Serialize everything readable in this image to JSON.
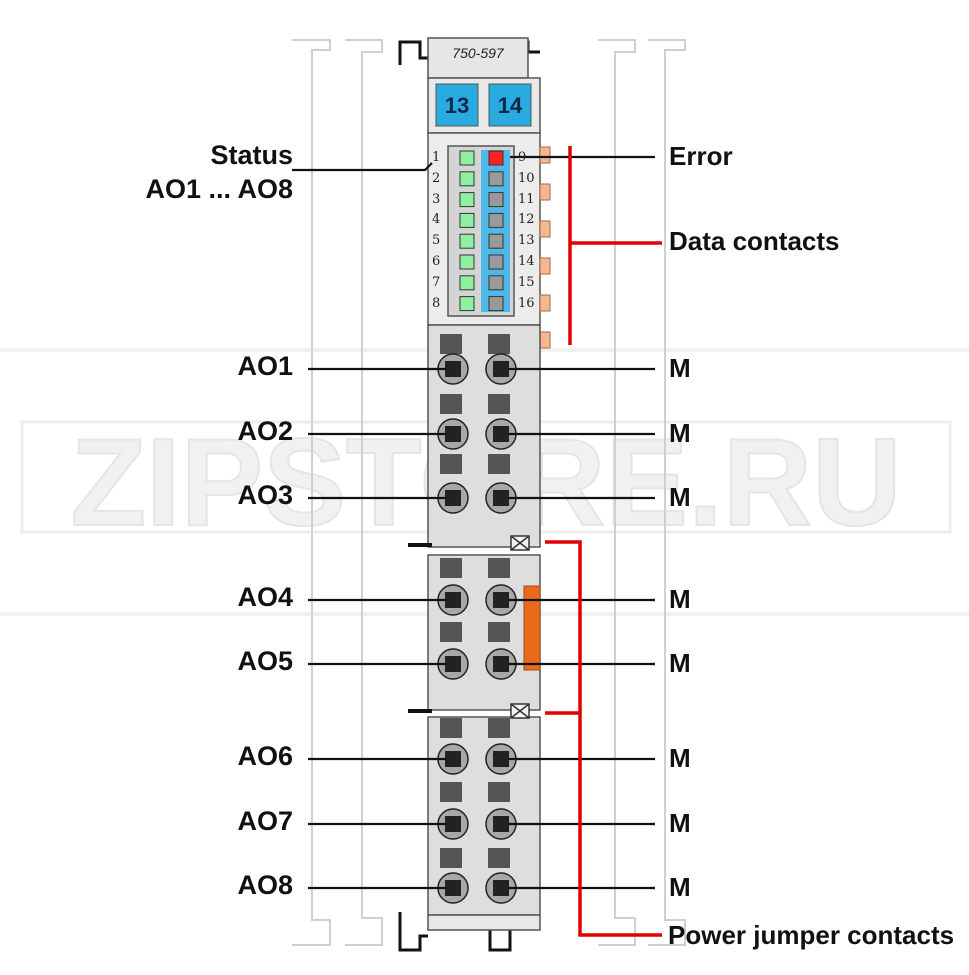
{
  "module": {
    "part_number": "750-597",
    "markers": [
      "13",
      "14"
    ],
    "led_numbers_left": [
      "1",
      "2",
      "3",
      "4",
      "5",
      "6",
      "7",
      "8"
    ],
    "led_numbers_right": [
      "9",
      "10",
      "11",
      "12",
      "13",
      "14",
      "15",
      "16"
    ]
  },
  "labels": {
    "status_line1": "Status",
    "status_line2": "AO1 ... AO8",
    "error": "Error",
    "data_contacts": "Data contacts",
    "power_jumper_contacts": "Power jumper contacts"
  },
  "outputs": [
    "AO1",
    "AO2",
    "AO3",
    "AO4",
    "AO5",
    "AO6",
    "AO7",
    "AO8"
  ],
  "grounds": [
    "M",
    "M",
    "M",
    "M",
    "M",
    "M",
    "M",
    "M"
  ],
  "watermark": "ZIPSTORE.RU",
  "colors": {
    "module_grey": "#d9d9d9",
    "marker_blue": "#29abe2",
    "led_green": "#8ff0a4",
    "led_red": "#ff2020",
    "contact_orange": "#f5b78e",
    "jumper_orange": "#e86b1c",
    "callout_red": "#e00000"
  }
}
